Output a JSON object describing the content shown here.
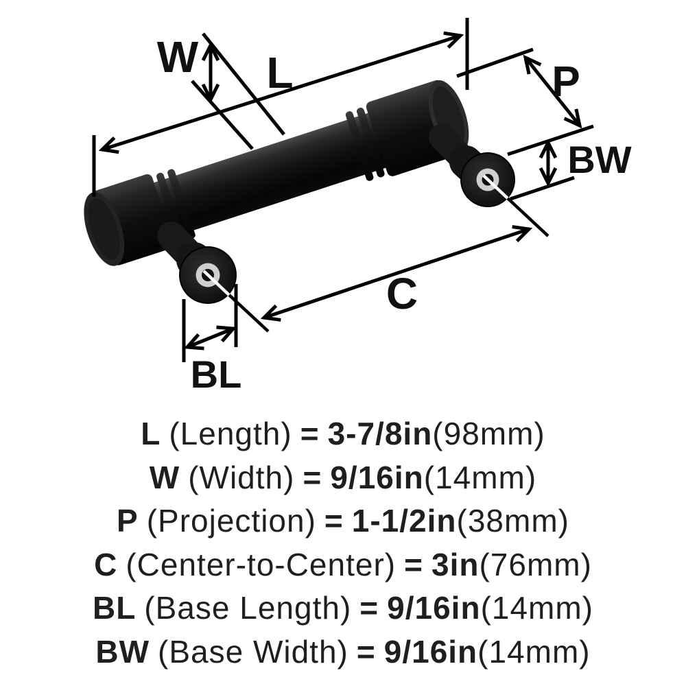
{
  "colors": {
    "background": "#ffffff",
    "dimension_line": "#000000",
    "label_text": "#111111",
    "spec_text": "#1f1f1f",
    "handle_black": "#141414",
    "washer_gray": "#cfcfcf"
  },
  "diagram": {
    "labels": {
      "w": "W",
      "l": "L",
      "p": "P",
      "bw": "BW",
      "c": "C",
      "bl": "BL"
    }
  },
  "specs": {
    "rows": [
      {
        "label": "L",
        "name": "(Length)",
        "equals": "=",
        "value": "3-7/8in",
        "metric": "(98mm)"
      },
      {
        "label": "W",
        "name": "(Width)",
        "equals": "=",
        "value": "9/16in",
        "metric": "(14mm)"
      },
      {
        "label": "P",
        "name": "(Projection)",
        "equals": "=",
        "value": "1-1/2in",
        "metric": "(38mm)"
      },
      {
        "label": "C",
        "name": "(Center-to-Center)",
        "equals": "=",
        "value": "3in",
        "metric": "(76mm)"
      },
      {
        "label": "BL",
        "name": "(Base Length)",
        "equals": "=",
        "value": "9/16in",
        "metric": "(14mm)"
      },
      {
        "label": "BW",
        "name": "(Base Width)",
        "equals": "=",
        "value": "9/16in",
        "metric": "(14mm)"
      }
    ]
  }
}
